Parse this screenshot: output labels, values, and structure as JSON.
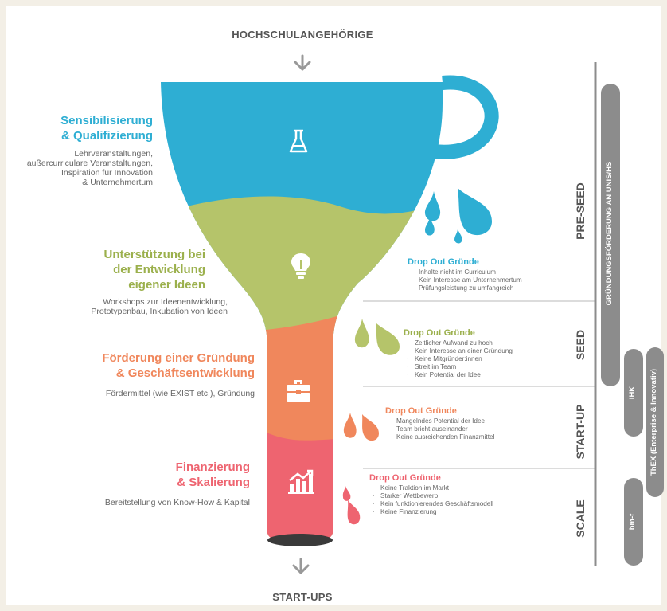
{
  "header": {
    "top_label": "HOCHSCHULANGEHÖRIGE",
    "bottom_label": "START-UPS"
  },
  "colors": {
    "blue": "#2eaed3",
    "green": "#b5c46a",
    "orange": "#f0875c",
    "red": "#ee6470",
    "grey": "#8c8c8c"
  },
  "stages": [
    {
      "title_line1": "Sensibilisierung",
      "title_line2": "& Qualifizierung",
      "desc": [
        "Lehrveranstaltungen,",
        "außercurriculare Veranstaltungen,",
        "Inspiration für Innovation",
        "& Unternehmertum"
      ],
      "icon": "flask-icon"
    },
    {
      "title_line1": "Unterstützung bei",
      "title_line2": "der Entwicklung",
      "title_line3": "eigener Ideen",
      "desc": [
        "Workshops zur Ideenentwicklung,",
        "Prototypenbau, Inkubation von Ideen"
      ],
      "icon": "lightbulb-icon"
    },
    {
      "title_line1": "Förderung einer Gründung",
      "title_line2": "& Geschäftsentwicklung",
      "desc": [
        "Fördermittel (wie EXIST etc.), Gründung"
      ],
      "icon": "briefcase-icon"
    },
    {
      "title_line1": "Finanzierung",
      "title_line2": "& Skalierung",
      "desc": [
        "Bereitstellung von Know-How & Kapital"
      ],
      "icon": "growth-chart-icon"
    }
  ],
  "dropouts": [
    {
      "title": "Drop Out Gründe",
      "items": [
        "Inhalte nicht im Curriculum",
        "Kein Interesse am Unternehmertum",
        "Prüfungsleistung zu umfangreich"
      ]
    },
    {
      "title": "Drop Out Gründe",
      "items": [
        "Zeitlicher Aufwand zu hoch",
        "Kein Interesse an einer Gründung",
        "Keine Mitgründer:innen",
        "Streit im Team",
        "Kein Potential der Idee"
      ]
    },
    {
      "title": "Drop Out Gründe",
      "items": [
        "Mangelndes Potential der Idee",
        "Team bricht auseinander",
        "Keine ausreichenden Finanzmittel"
      ]
    },
    {
      "title": "Drop Out Gründe",
      "items": [
        "Keine Traktion im Markt",
        "Starker Wettbewerb",
        "Kein funktionierendes Geschäftsmodell",
        "Keine Finanzierung"
      ]
    }
  ],
  "phases": [
    "PRE-SEED",
    "SEED",
    "START-UP",
    "SCALE"
  ],
  "pills": [
    "GRÜNDUNGSFÖRDERUNG AN UNIS/HS",
    "IHK",
    "ThEX (Enterprise & Innovativ)",
    "bm-t"
  ]
}
